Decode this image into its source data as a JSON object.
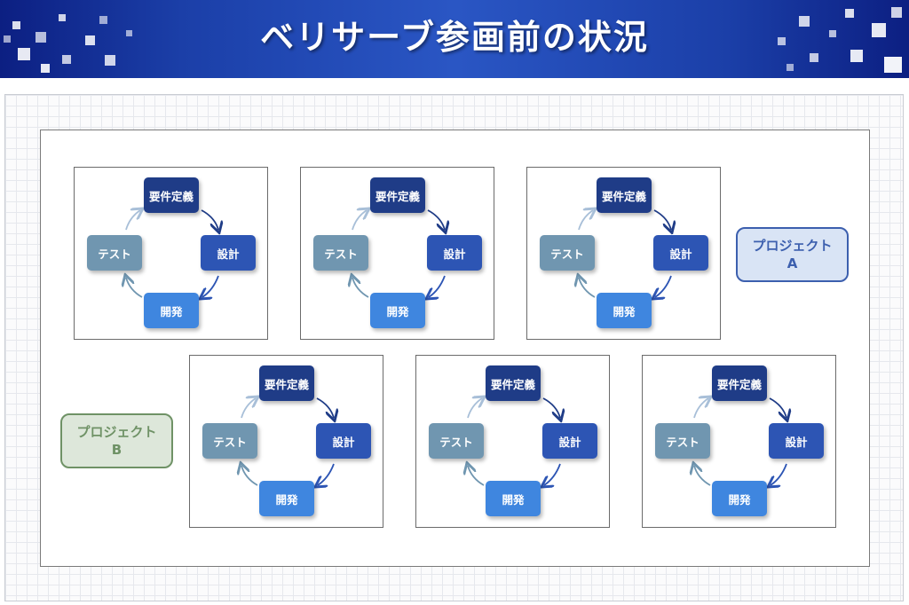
{
  "header": {
    "title": "ベリサーブ参画前の状況"
  },
  "cycle_steps": {
    "requirements": "要件定義",
    "design": "設計",
    "development": "開発",
    "test": "テスト"
  },
  "projects": [
    {
      "label": "プロジェクト\nA",
      "cycle_count": 3,
      "color": "#3c5fae"
    },
    {
      "label": "プロジェクト\nB",
      "cycle_count": 3,
      "color": "#6f9266"
    }
  ],
  "colors": {
    "requirements": "#1f3c87",
    "design": "#2d55b4",
    "development": "#3f86df",
    "test": "#7096b0",
    "header": "#1b3fa8"
  }
}
